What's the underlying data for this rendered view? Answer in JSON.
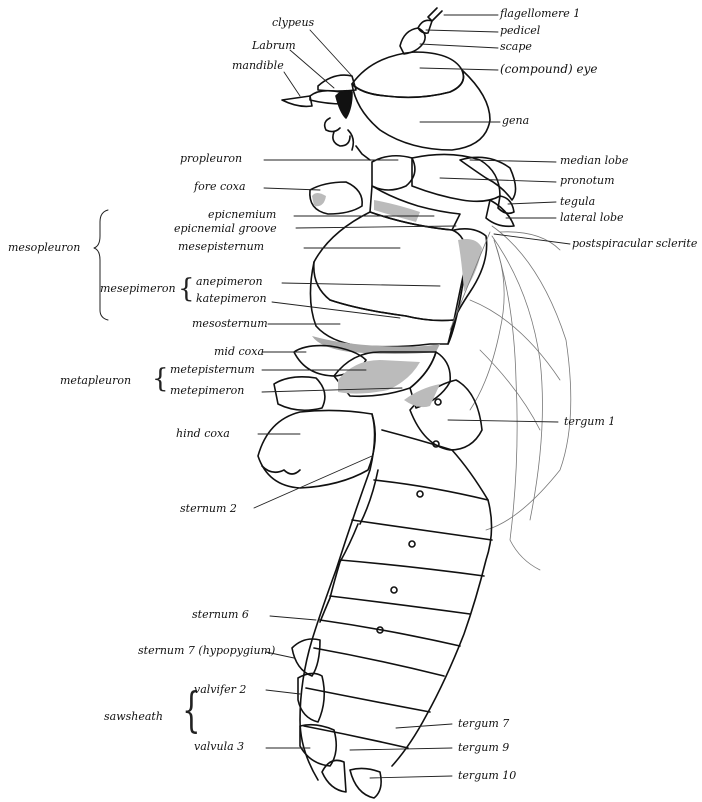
{
  "labels": {
    "flagellomere": "flagellomere 1",
    "pedicel": "pedicel",
    "scape": "scape",
    "compound_eye": "(compound) eye",
    "clypeus": "clypeus",
    "labrum": "Labrum",
    "mandible": "mandible",
    "gena": "gena",
    "propleuron": "propleuron",
    "fore_coxa": "fore coxa",
    "median_lobe": "median lobe",
    "pronotum": "pronotum",
    "tegula": "tegula",
    "lateral_lobe": "lateral lobe",
    "postspiracular_sclerite": "postspiracular sclerite",
    "epicnemium": "epicnemium",
    "epicnemial_groove": "epicnemial groove",
    "mesepisternum": "mesepisternum",
    "mesopleuron": "mesopleuron",
    "mesepimeron": "mesepimeron",
    "anepimeron": "anepimeron",
    "katepimeron": "katepimeron",
    "mesosternum": "mesosternum",
    "mid_coxa": "mid coxa",
    "metapleuron": "metapleuron",
    "metepisternum": "metepisternum",
    "metepimeron": "metepimeron",
    "hind_coxa": "hind coxa",
    "tergum_1": "tergum 1",
    "sternum_2": "sternum 2",
    "sternum_6": "sternum 6",
    "sternum_7": "sternum 7 (hypopygium)",
    "sawsheath": "sawsheath",
    "valvifer_2": "valvifer 2",
    "valvula_3": "valvula 3",
    "tergum_7": "tergum 7",
    "tergum_9": "tergum 9",
    "tergum_10": "tergum 10"
  }
}
